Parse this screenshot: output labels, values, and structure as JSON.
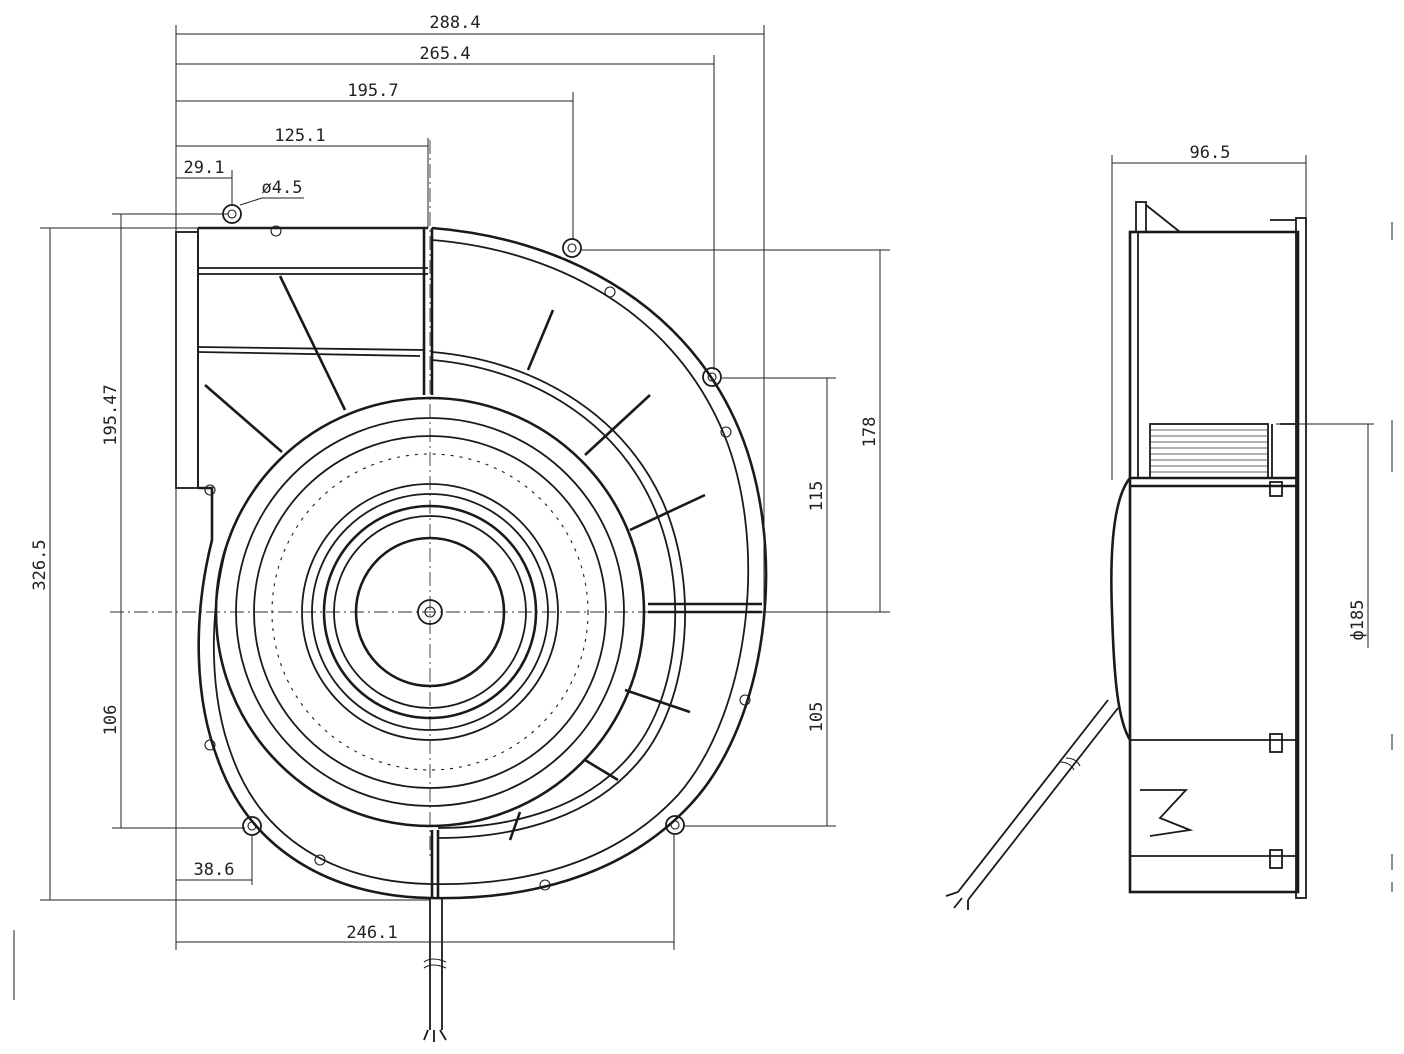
{
  "drawing": {
    "front_view": {
      "dimensions": {
        "width_overall": "288.4",
        "width_hole_far": "265.4",
        "width_hole_top_right": "195.7",
        "width_to_center": "125.1",
        "width_hole_top_left": "29.1",
        "hole_diameter": "ø4.5",
        "height_overall": "326.5",
        "height_center_to_top": "195.47",
        "height_center_to_bottom_hole": "106",
        "right_upper_hole_to_center": "178",
        "right_mid_hole_to_center": "115",
        "right_lower_hole_to_center": "105",
        "bottom_left_hole_offset": "38.6",
        "bottom_hole_span": "246.1"
      }
    },
    "side_view": {
      "dimensions": {
        "depth": "96.5",
        "inlet_diameter": "ф185"
      }
    }
  }
}
